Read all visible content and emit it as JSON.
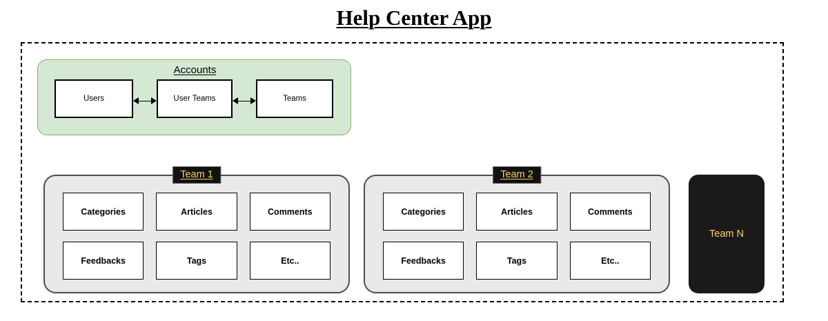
{
  "title": "Help Center App",
  "accounts": {
    "label": "Accounts",
    "entities": [
      {
        "name": "Users"
      },
      {
        "name": "User Teams"
      },
      {
        "name": "Teams"
      }
    ],
    "connectors": [
      {
        "from": "Users",
        "to": "User Teams",
        "type": "bidirectional-arrow"
      },
      {
        "from": "User Teams",
        "to": "Teams",
        "type": "bidirectional-arrow"
      }
    ]
  },
  "teams": [
    {
      "badge": "Team 1",
      "modules": [
        "Categories",
        "Articles",
        "Comments",
        "Feedbacks",
        "Tags",
        "Etc.."
      ]
    },
    {
      "badge": "Team 2",
      "modules": [
        "Categories",
        "Articles",
        "Comments",
        "Feedbacks",
        "Tags",
        "Etc.."
      ]
    }
  ],
  "team_n": {
    "label": "Team N"
  },
  "colors": {
    "accounts_fill": "#d5e8d4",
    "accounts_border": "#82b366",
    "team_panel_fill": "#e9e9e9",
    "team_panel_border": "#4d4d4d",
    "badge_bg": "#121212",
    "badge_text": "#ffd166",
    "team_n_bg": "#1a1a1a",
    "team_n_text": "#ffd166",
    "boundary_stroke": "#000000",
    "module_fill": "#ffffff"
  }
}
